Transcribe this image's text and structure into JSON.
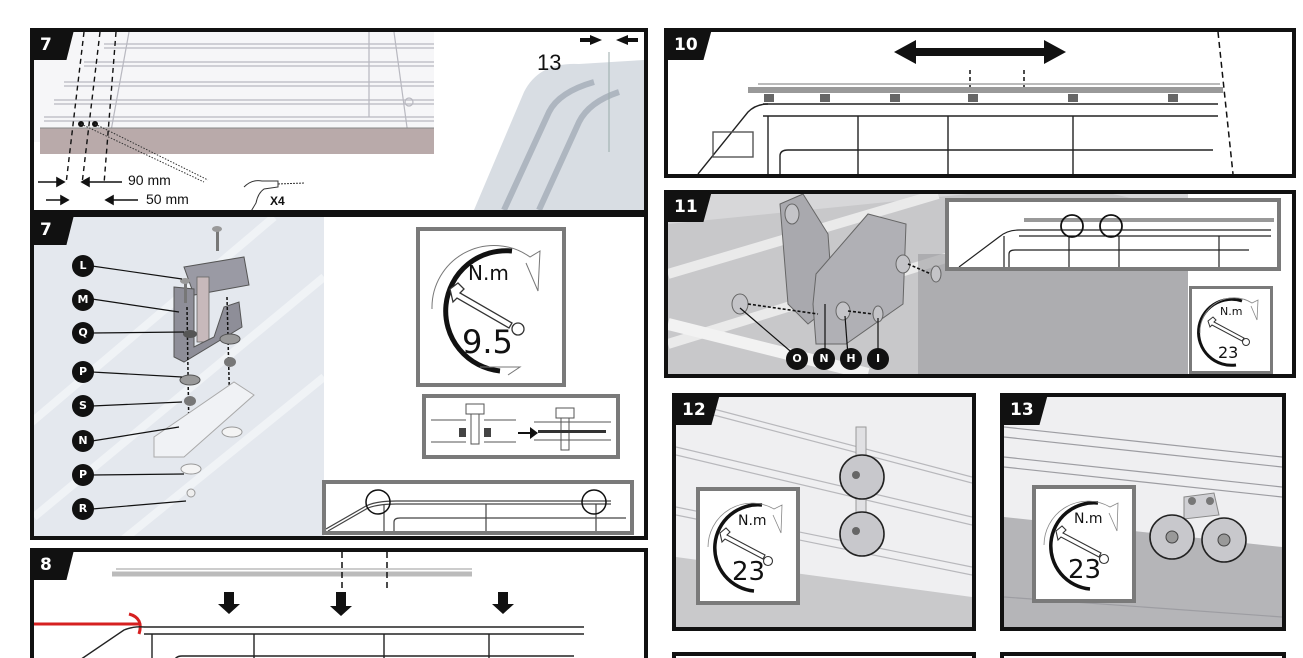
{
  "document": {
    "type": "Roof rack installation instructions",
    "accent_red": "#d62020",
    "frame_color": "#111111",
    "inset_border_color": "#7a7a7a"
  },
  "steps": [
    {
      "id": "step-7a",
      "number": "7",
      "measurements": [
        "90 mm",
        "50 mm"
      ],
      "drill_quantity": "X4",
      "side_label": "13"
    },
    {
      "id": "step-7b",
      "number": "7",
      "callouts": [
        "L",
        "M",
        "Q",
        "P",
        "S",
        "N",
        "P",
        "R"
      ],
      "torque": {
        "unit": "N.m",
        "value": "9.5",
        "scale_max": "100 %",
        "scale_min": "0 %"
      }
    },
    {
      "id": "step-8",
      "number": "8"
    },
    {
      "id": "step-10",
      "number": "10"
    },
    {
      "id": "step-11",
      "number": "11",
      "callouts": [
        "O",
        "N",
        "H",
        "I"
      ],
      "torque": {
        "unit": "N.m",
        "value": "23",
        "scale_max": "100 %",
        "scale_min": "0 %"
      }
    },
    {
      "id": "step-12",
      "number": "12",
      "torque": {
        "unit": "N.m",
        "value": "23",
        "scale_max": "100 %",
        "scale_min": "0 %"
      }
    },
    {
      "id": "step-13",
      "number": "13",
      "torque": {
        "unit": "N.m",
        "value": "23",
        "scale_max": "100 %",
        "scale_min": "0 %"
      }
    }
  ]
}
